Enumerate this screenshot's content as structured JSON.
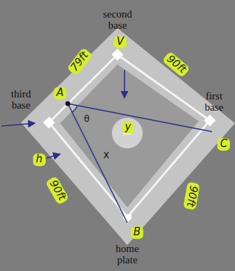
{
  "diagram": {
    "labels": [
      "second base",
      "79ft",
      "V",
      "90ft",
      "third base",
      "A",
      "θ",
      "first base",
      "y",
      "C",
      "x",
      "h",
      "90ft",
      "90ft",
      "B",
      "home plate"
    ]
  }
}
